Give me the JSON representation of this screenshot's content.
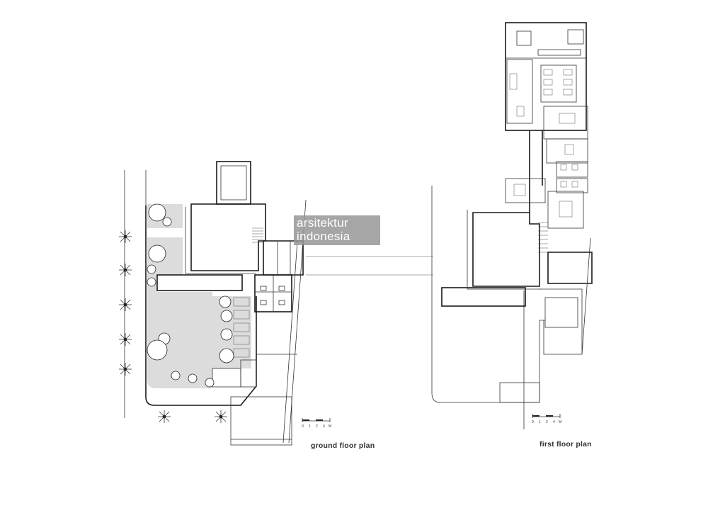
{
  "watermark": {
    "line1": "arsitektur",
    "line2": "indonesia"
  },
  "captions": {
    "ground": "ground floor plan",
    "first": "first floor plan"
  },
  "scale_bar": {
    "labels": [
      "0",
      "1",
      "2",
      "4",
      "M"
    ]
  }
}
